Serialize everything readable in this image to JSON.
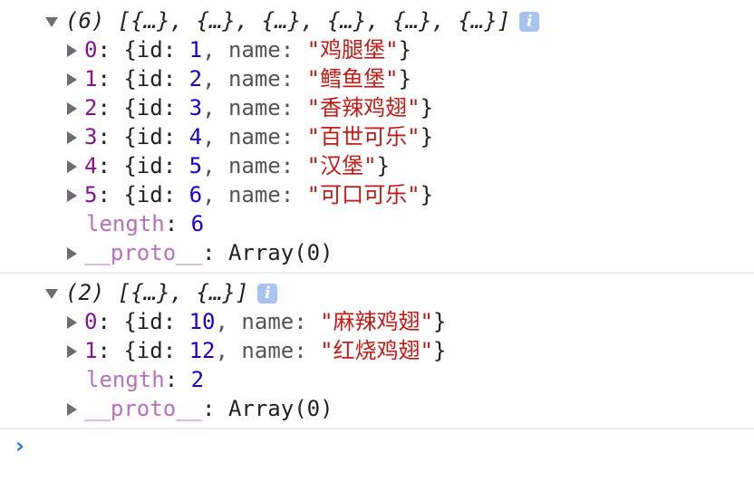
{
  "groups": [
    {
      "summary": "(6) [{…}, {…}, {…}, {…}, {…}, {…}]",
      "items": [
        {
          "index": "0",
          "id": "1",
          "name": "\"鸡腿堡\""
        },
        {
          "index": "1",
          "id": "2",
          "name": "\"鳕鱼堡\""
        },
        {
          "index": "2",
          "id": "3",
          "name": "\"香辣鸡翅\""
        },
        {
          "index": "3",
          "id": "4",
          "name": "\"百世可乐\""
        },
        {
          "index": "4",
          "id": "5",
          "name": "\"汉堡\""
        },
        {
          "index": "5",
          "id": "6",
          "name": "\"可口可乐\""
        }
      ],
      "length": "6",
      "proto": "Array(0)"
    },
    {
      "summary": "(2) [{…}, {…}]",
      "items": [
        {
          "index": "0",
          "id": "10",
          "name": "\"麻辣鸡翅\""
        },
        {
          "index": "1",
          "id": "12",
          "name": "\"红烧鸡翅\""
        }
      ],
      "length": "2",
      "proto": "Array(0)"
    }
  ],
  "labels": {
    "id_key": "{id: ",
    "name_key": ", name: ",
    "close": "}",
    "colon": ": ",
    "length_key": "length",
    "proto_key": "__proto__",
    "info": "i"
  },
  "prompt": "›"
}
